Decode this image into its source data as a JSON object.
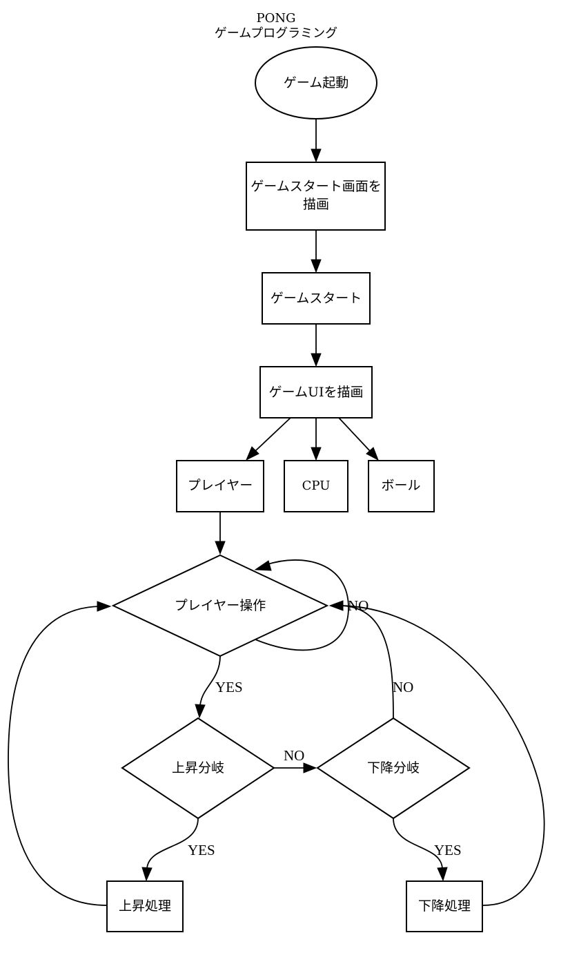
{
  "diagram": {
    "title_line1": "PONG",
    "title_line2": "ゲームプログラミング"
  },
  "nodes": {
    "game_start_boot": "ゲーム起動",
    "draw_start_screen_line1": "ゲームスタート画面を",
    "draw_start_screen_line2": "描画",
    "game_start": "ゲームスタート",
    "draw_game_ui": "ゲームUIを描画",
    "player": "プレイヤー",
    "cpu": "CPU",
    "ball": "ボール",
    "player_control": "プレイヤー操作",
    "up_branch": "上昇分岐",
    "down_branch": "下降分岐",
    "up_process": "上昇処理",
    "down_process": "下降処理"
  },
  "edge_labels": {
    "control_to_up_yes": "YES",
    "up_to_down_no": "NO",
    "down_to_control_no": "NO",
    "down_process_to_control_no": "NO",
    "up_to_up_process_yes": "YES",
    "down_to_down_process_yes": "YES"
  }
}
